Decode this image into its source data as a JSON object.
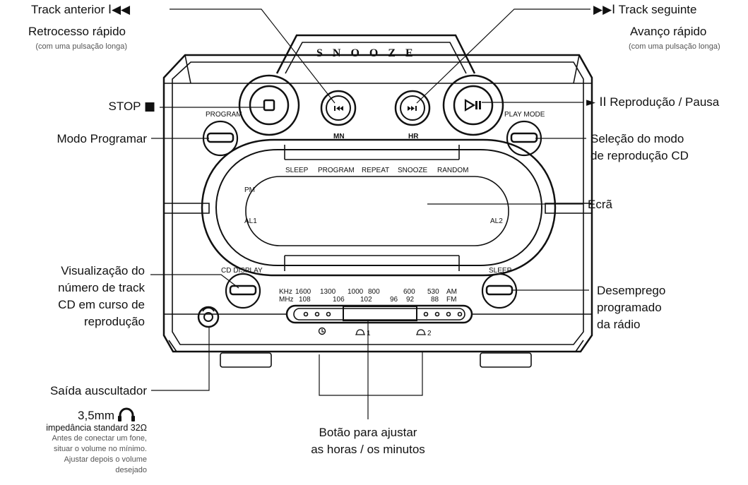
{
  "labels": {
    "prev_track": "Track anterior",
    "prev_symbol": "I◀◀",
    "rewind": "Retrocesso rápido",
    "long_press_left": "(com uma pulsação longa)",
    "next_symbol": "▶▶I",
    "next_track": "Track seguinte",
    "fast_forward": "Avanço rápido",
    "long_press_right": "(com uma pulsação longa)",
    "stop": "STOP",
    "stop_symbol": "■",
    "play_symbol": "► II",
    "play_pause": "Reprodução / Pausa",
    "program_mode": "Modo Programar",
    "play_mode_sel_1": "Seleção do modo",
    "play_mode_sel_2": "de reprodução CD",
    "screen": "Ecrã",
    "cd_display_1": "Visualização do",
    "cd_display_2": "número de track",
    "cd_display_3": "CD em curso de",
    "cd_display_4": "reprodução",
    "sleep_1": "Desemprego",
    "sleep_2": "programado",
    "sleep_3": "da rádio",
    "headphone_1": "Saída auscultador",
    "headphone_2": "3,5mm",
    "headphone_3": "impedância standard 32Ω",
    "headphone_note_1": "Antes de conectar um fone,",
    "headphone_note_2": "situar o volume no mínimo.",
    "headphone_note_3": "Ajustar depois o volume",
    "headphone_note_4": "desejado",
    "time_button_1": "Botão para ajustar",
    "time_button_2": "as horas / os minutos"
  },
  "device": {
    "brand_top": "SNOOZE",
    "program": "PROGRAM",
    "play_mode": "PLAY MODE",
    "cd_display": "CD DISPLAY",
    "sleep": "SLEEP",
    "mn": "MN",
    "hr": "HR",
    "pm": "PM",
    "al1": "AL1",
    "al2": "AL2",
    "indicators": [
      "SLEEP",
      "PROGRAM",
      "REPEAT",
      "SNOOZE",
      "RANDOM"
    ],
    "tuner_khz_label": "KHz",
    "tuner_mhz_label": "MHz",
    "khz_scale": [
      "1600",
      "1300",
      "1000",
      "800",
      "600",
      "530"
    ],
    "mhz_scale": [
      "108",
      "106",
      "102",
      "96",
      "92",
      "88"
    ],
    "am": "AM",
    "fm": "FM",
    "alarm_1": "1",
    "alarm_2": "2"
  }
}
